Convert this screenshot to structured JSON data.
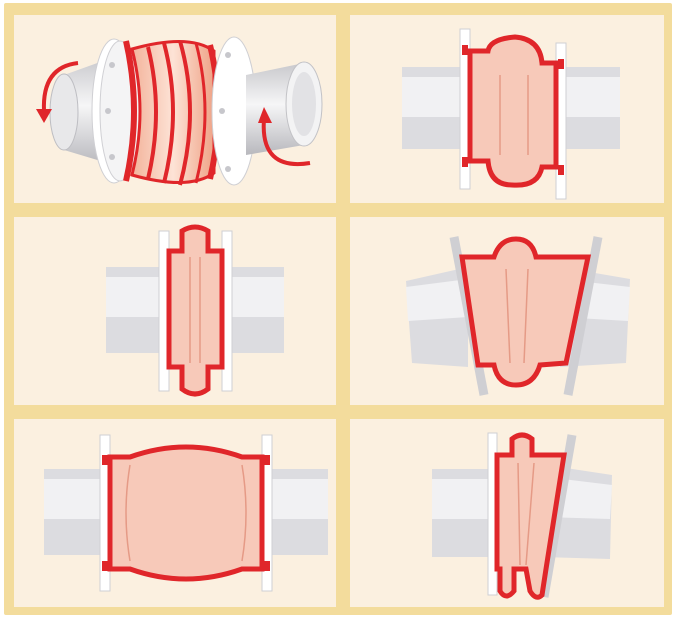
{
  "figure": {
    "panels": [
      {
        "id": "torsion",
        "icon": "torsional-rotation-icon"
      },
      {
        "id": "lateral-offset",
        "icon": "lateral-offset-icon"
      },
      {
        "id": "axial-compression",
        "icon": "axial-compression-icon"
      },
      {
        "id": "angular-deflection",
        "icon": "angular-deflection-icon"
      },
      {
        "id": "axial-extension",
        "icon": "axial-extension-icon"
      },
      {
        "id": "angular-compression",
        "icon": "combined-movement-icon"
      }
    ],
    "colors": {
      "frame": "#f3dc9c",
      "panel_bg": "#fbf0e0",
      "rubber_red": "#e0262a",
      "rubber_fill": "#f7c9b9",
      "pipe_grey": "#d9d9dc",
      "pipe_light": "#f2f2f3",
      "flange_white": "#ffffff"
    }
  }
}
